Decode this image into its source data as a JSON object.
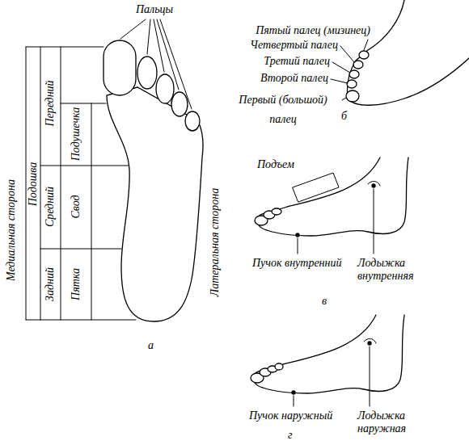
{
  "diagram": {
    "labels": [
      "Пальцы",
      "Пятый палец (мизинец)",
      "Четвертый палец",
      "Третий палец",
      "Второй палец",
      "Первый (большой) палец",
      "б",
      "Медиальная сторона",
      "Подошва",
      "Передний",
      "Средний",
      "Задний",
      "Подушечка",
      "Свод",
      "Пятка",
      "Латеральная сторона",
      "Подъем",
      "Пучок внутренний",
      "Лодыжка внутренняя",
      "в",
      "а",
      "Пучок наружный",
      "Лодыжка наружная",
      "г"
    ]
  }
}
